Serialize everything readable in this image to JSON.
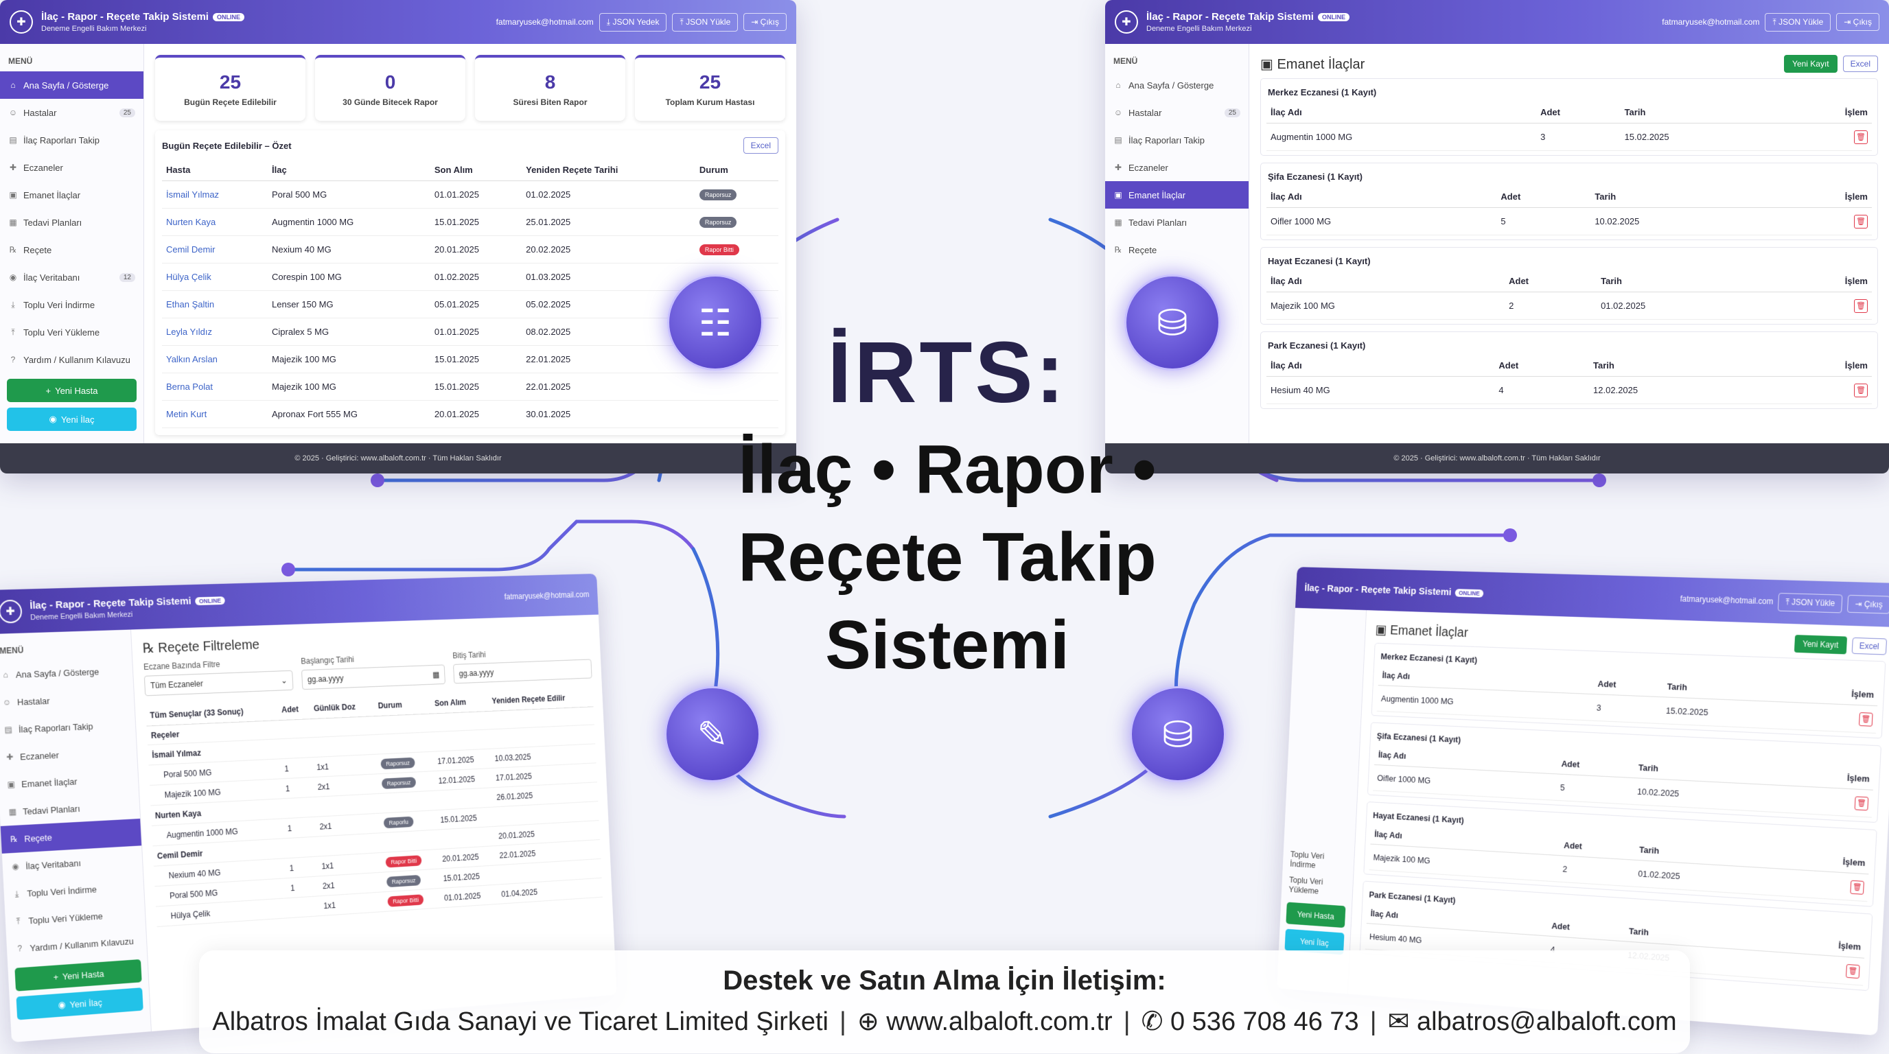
{
  "app": {
    "title": "İlaç - Rapor - Reçete Takip Sistemi",
    "badge": "ONLINE",
    "subtitle": "Deneme Engelli Bakım Merkezi",
    "email": "fatmaryusek@hotmail.com",
    "btn_json_export": "JSON Yedek",
    "btn_json_import": "JSON Yükle",
    "btn_logout": "Çıkış",
    "footer": "© 2025 · Geliştirici: www.albaloft.com.tr · Tüm Hakları Saklıdır"
  },
  "menu": {
    "heading": "MENÜ",
    "items": [
      {
        "label": "Ana Sayfa / Gösterge",
        "count": ""
      },
      {
        "label": "Hastalar",
        "count": "25"
      },
      {
        "label": "İlaç Raporları Takip",
        "count": ""
      },
      {
        "label": "Eczaneler",
        "count": ""
      },
      {
        "label": "Emanet İlaçlar",
        "count": ""
      },
      {
        "label": "Tedavi Planları",
        "count": ""
      },
      {
        "label": "Reçete",
        "count": ""
      },
      {
        "label": "İlaç Veritabanı",
        "count": "12"
      },
      {
        "label": "Toplu Veri İndirme",
        "count": ""
      },
      {
        "label": "Toplu Veri Yükleme",
        "count": ""
      },
      {
        "label": "Yardım / Kullanım Kılavuzu",
        "count": ""
      }
    ],
    "btn_new_patient": "Yeni Hasta",
    "btn_new_drug": "Yeni İlaç"
  },
  "dashboard": {
    "stats": [
      {
        "value": "25",
        "label": "Bugün Reçete Edilebilir"
      },
      {
        "value": "0",
        "label": "30 Günde Bitecek Rapor"
      },
      {
        "value": "8",
        "label": "Süresi Biten Rapor"
      },
      {
        "value": "25",
        "label": "Toplam Kurum Hastası"
      }
    ],
    "table_title": "Bugün Reçete Edilebilir – Özet",
    "excel": "Excel",
    "columns": [
      "Hasta",
      "İlaç",
      "Son Alım",
      "Yeniden Reçete Tarihi",
      "Durum"
    ],
    "rows": [
      {
        "hasta": "İsmail Yılmaz",
        "ilac": "Poral 500 MG",
        "son": "01.01.2025",
        "yeni": "01.02.2025",
        "durum": "Raporsuz"
      },
      {
        "hasta": "Nurten Kaya",
        "ilac": "Augmentin 1000 MG",
        "son": "15.01.2025",
        "yeni": "25.01.2025",
        "durum": "Raporsuz"
      },
      {
        "hasta": "Cemil Demir",
        "ilac": "Nexium 40 MG",
        "son": "20.01.2025",
        "yeni": "20.02.2025",
        "durum": "Rapor Bitti"
      },
      {
        "hasta": "Hülya Çelik",
        "ilac": "Corespin 100 MG",
        "son": "01.02.2025",
        "yeni": "01.03.2025",
        "durum": ""
      },
      {
        "hasta": "Ethan Şaltin",
        "ilac": "Lenser 150 MG",
        "son": "05.01.2025",
        "yeni": "05.02.2025",
        "durum": ""
      },
      {
        "hasta": "Leyla Yıldız",
        "ilac": "Cipralex 5 MG",
        "son": "01.01.2025",
        "yeni": "08.02.2025",
        "durum": ""
      },
      {
        "hasta": "Yalkın Arslan",
        "ilac": "Majezik 100 MG",
        "son": "15.01.2025",
        "yeni": "22.01.2025",
        "durum": ""
      },
      {
        "hasta": "Berna Polat",
        "ilac": "Majezik 100 MG",
        "son": "15.01.2025",
        "yeni": "22.01.2025",
        "durum": ""
      },
      {
        "hasta": "Metin Kurt",
        "ilac": "Apronax Fort 555 MG",
        "son": "20.01.2025",
        "yeni": "30.01.2025",
        "durum": ""
      }
    ]
  },
  "emanet": {
    "title": "Emanet İlaçlar",
    "btn_new": "Yeni Kayıt",
    "excel": "Excel",
    "col_name": "İlaç Adı",
    "col_qty": "Adet",
    "col_date": "Tarih",
    "col_action": "İşlem",
    "groups": [
      {
        "name": "Merkez Eczanesi (1 Kayıt)",
        "drug": "Augmentin 1000 MG",
        "qty": "3",
        "date": "15.02.2025"
      },
      {
        "name": "Şifa Eczanesi (1 Kayıt)",
        "drug": "Oifler 1000 MG",
        "qty": "5",
        "date": "10.02.2025"
      },
      {
        "name": "Hayat Eczanesi (1 Kayıt)",
        "drug": "Majezik 100 MG",
        "qty": "2",
        "date": "01.02.2025"
      },
      {
        "name": "Park Eczanesi (1 Kayıt)",
        "drug": "Hesium 40 MG",
        "qty": "4",
        "date": "12.02.2025"
      }
    ]
  },
  "recete": {
    "title": "Reçete Filtreleme",
    "filter_pharmacy": "Eczane Bazında Filtre",
    "filter_pharmacy_value": "Tüm Eczaneler",
    "filter_start": "Başlangıç Tarihi",
    "filter_start_value": "gg.aa.yyyy",
    "filter_end": "Bitiş Tarihi",
    "filter_end_value": "gg.aa.yyyy",
    "columns": [
      "Tüm Senuçlar (33 Sonuç)",
      "Adet",
      "Günlük Doz",
      "Durum",
      "Son Alım",
      "Yeniden Reçete Edilir"
    ],
    "section": "Reçeler",
    "rows": [
      {
        "name": "İsmail Yılmaz",
        "adet": "",
        "doz": "",
        "durum": "",
        "son": "",
        "yeni": ""
      },
      {
        "name": "Poral 500 MG",
        "adet": "1",
        "doz": "1x1",
        "durum": "Raporsuz",
        "son": "17.01.2025",
        "yeni": "10.03.2025"
      },
      {
        "name": "Majezik 100 MG",
        "adet": "1",
        "doz": "2x1",
        "durum": "Raporsuz",
        "son": "12.01.2025",
        "yeni": "17.01.2025"
      },
      {
        "name": "Nurten Kaya",
        "adet": "",
        "doz": "",
        "durum": "",
        "son": "",
        "yeni": "26.01.2025"
      },
      {
        "name": "Augmentin 1000 MG",
        "adet": "1",
        "doz": "2x1",
        "durum": "Raporlu",
        "son": "15.01.2025",
        "yeni": ""
      },
      {
        "name": "Cemil Demir",
        "adet": "",
        "doz": "",
        "durum": "",
        "son": "",
        "yeni": "20.01.2025"
      },
      {
        "name": "Nexium 40 MG",
        "adet": "1",
        "doz": "1x1",
        "durum": "Rapor Bitti",
        "son": "20.01.2025",
        "yeni": "22.01.2025"
      },
      {
        "name": "Poral 500 MG",
        "adet": "1",
        "doz": "2x1",
        "durum": "Raporsuz",
        "son": "15.01.2025",
        "yeni": ""
      },
      {
        "name": "Hülya Çelik",
        "adet": "",
        "doz": "1x1",
        "durum": "Rapor Bitti",
        "son": "01.01.2025",
        "yeni": "01.04.2025"
      }
    ]
  },
  "hero": {
    "brand": "İRTS:",
    "line1": "İlaç • Rapor •",
    "line2": "Reçete Takip",
    "line3": "Sistemi"
  },
  "contact": {
    "title": "Destek ve Satın Alma İçin İletişim:",
    "company": "Albatros İmalat Gıda Sanayi ve Ticaret Limited Şirketi",
    "web": "www.albaloft.com.tr",
    "phone": "0 536 708 46 73",
    "email": "albatros@albaloft.com"
  },
  "colors": {
    "accent": "#5c49c4",
    "green": "#1f9a4c",
    "cyan": "#22c2e8",
    "red": "#e0384a"
  }
}
